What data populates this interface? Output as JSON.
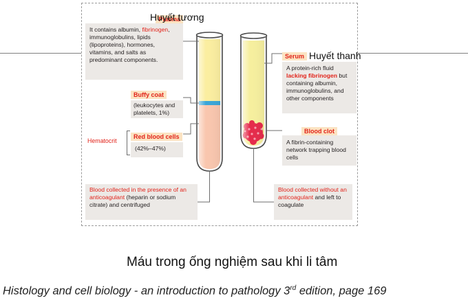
{
  "figure": {
    "plasma": {
      "title": "Plasma",
      "translation": "Huyết tương",
      "text_a": "It contains albumin, ",
      "text_red": "fibrinogen",
      "text_b": ", immunoglobulins, lipids (lipoproteins), hormones, vitamins, and salts as predominant components."
    },
    "buffy": {
      "title": "Buffy coat",
      "text": "(leukocytes and platelets, 1%)"
    },
    "hematocrit": "Hematocrit",
    "rbc": {
      "title": "Red blood cells",
      "text": "(42%–47%)"
    },
    "anticoag_note": {
      "text_a": "Blood collected in the presence of ",
      "text_red": "an anticoagulant",
      "text_b": " (heparin or sodium citrate) and centrifuged"
    },
    "serum": {
      "title": "Serum",
      "translation": "Huyết thanh",
      "text_a": "A protein-rich fluid ",
      "text_red": "lacking fibrinogen",
      "text_b": " but containing albumin, immunoglobulins, and other components"
    },
    "clot": {
      "title": "Blood clot",
      "text": "A fibrin-containing network trapping blood cells"
    },
    "no_anticoag_note": {
      "text_a": "Blood collected without ",
      "text_red": "an anticoagulant",
      "text_b": " and left to coagulate"
    }
  },
  "caption": "Máu trong ống nghiệm sau khi li tâm",
  "source": {
    "text": "Histology and cell biology - an introduction to pathology 3",
    "sup": "rd",
    "tail": " edition, page 169"
  },
  "colors": {
    "plasma": "#fbeea0",
    "buffy": "#3aa6d8",
    "rbc": "#f9c6ae",
    "serum": "#f6ef9e",
    "clot": "#e52a4a",
    "accent_red": "#e2231a",
    "label_bg": "#fbe3c2",
    "box_bg": "#ece9e6"
  }
}
